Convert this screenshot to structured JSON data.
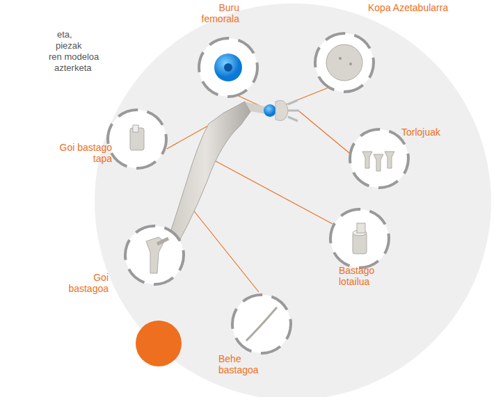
{
  "diagram": {
    "nodes": [
      {
        "text": [
          "Buru femorala"
        ]
      },
      {
        "text": [
          "Kopa Azetabularra"
        ]
      },
      {
        "text": [
          "Goi bastago tapa"
        ]
      },
      {
        "text": [
          "Torlojuak"
        ]
      },
      {
        "text": [
          "Goi bastagoa"
        ]
      },
      {
        "text": [
          "Bastago lotailua"
        ]
      },
      {
        "text": [
          "Behe bastagoa"
        ]
      }
    ],
    "labels": [
      "eta,",
      "piezak",
      "ren modeloa",
      "azterketa"
    ]
  }
}
